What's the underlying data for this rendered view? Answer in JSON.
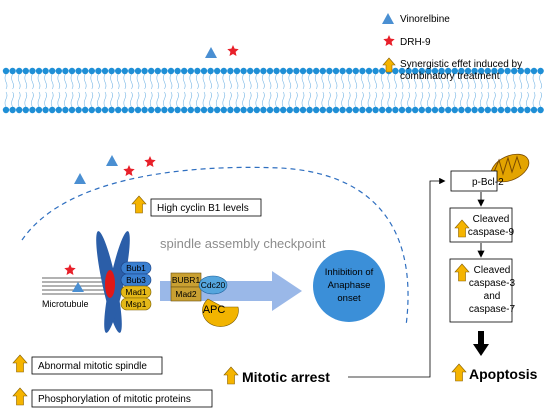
{
  "legend": {
    "vinorelbine": "Vinorelbine",
    "drh9": "DRH-9",
    "synergistic_line1": "Synergistic effet induced by",
    "synergistic_line2": "combinatory treatment"
  },
  "checkpoint": {
    "high_cyclin": "High cyclin B1 levels",
    "title": "spindle assembly checkpoint",
    "microtubule": "Microtubule",
    "kinetochore_proteins": [
      "Bub1",
      "Bub3",
      "Mad1",
      "Msp1"
    ],
    "complex": {
      "bubr1": "BUBR1",
      "mad2": "Mad2",
      "cdc20": "Cdc20",
      "apc": "APC"
    },
    "inhibition_line1": "Inhibition of",
    "inhibition_line2": "Anaphase",
    "inhibition_line3": "onset"
  },
  "bottom": {
    "abnormal_spindle": "Abnormal mitotic spindle",
    "phosphorylation": "Phosphorylation of mitotic proteins",
    "mitotic_arrest": "Mitotic arrest"
  },
  "pathway": {
    "pbcl2": "p-Bcl-2",
    "caspase9_line1": "Cleaved",
    "caspase9_line2": "caspase-9",
    "caspase37_line1": "Cleaved",
    "caspase37_line2": "caspase-3",
    "caspase37_line3": "and",
    "caspase37_line4": "caspase-7",
    "apoptosis": "Apoptosis"
  },
  "colors": {
    "membrane_head": "#1f8fd6",
    "membrane_tail": "#7ab8e6",
    "triangle": "#4a8fd2",
    "star": "#e8202a",
    "arrow_fill": "#f5b400",
    "arrow_stroke": "#8a6100",
    "spindle": "#2b5ea8",
    "kinetochore_red": "#e01818",
    "bub": "#3a7fd0",
    "mad_msp": "#e4b818",
    "bubr1": "#c9a032",
    "cdc20": "#55a6de",
    "apc": "#f2b400",
    "ellipse": "#3b8fd8",
    "big_arrow": "#9ab8e8",
    "checkpoint_text": "#8c8c8c",
    "dashed": "#2f6fc0",
    "mito_outer": "#e3a400",
    "mito_inner": "#7a4a00"
  }
}
